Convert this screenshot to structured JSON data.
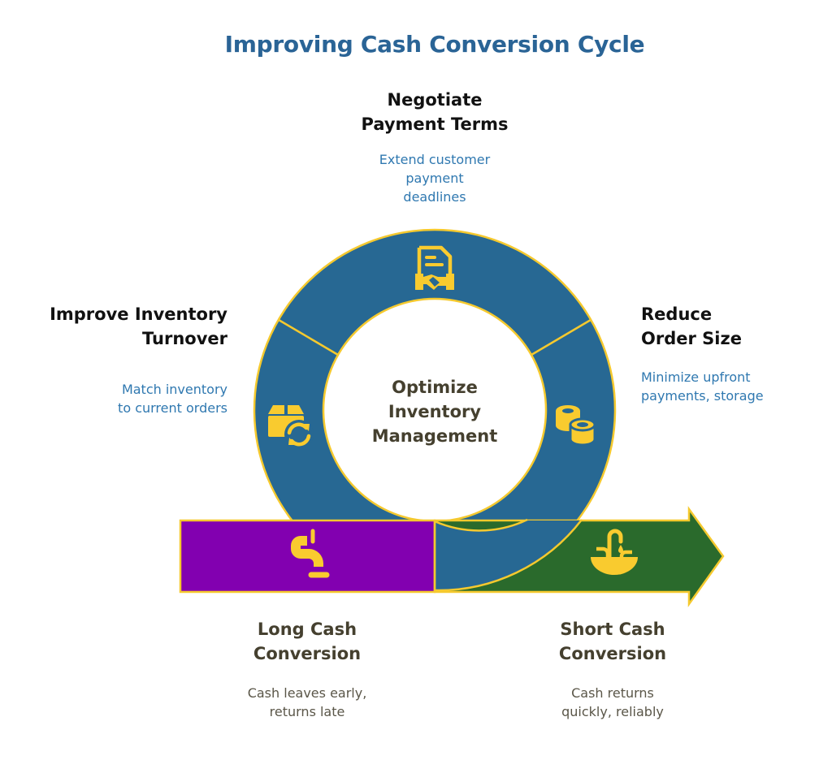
{
  "title": "Improving Cash Conversion Cycle",
  "colors": {
    "title": "#2a6496",
    "ring": "#276893",
    "outline": "#f5c92e",
    "icon": "#f9cb2f",
    "long_bar": "#8200b0",
    "short_arrow": "#2a6a2c",
    "heading": "#111111",
    "heading_dark": "#45402f",
    "desc_blue": "#2f78b0",
    "desc_gray": "#5a5648"
  },
  "center": {
    "lines": [
      "Optimize",
      "Inventory",
      "Management"
    ]
  },
  "segments": [
    {
      "id": "negotiate",
      "icon": "contract-handshake-icon",
      "heading_lines": [
        "Negotiate",
        "Payment Terms"
      ],
      "desc_lines": [
        "Extend customer",
        "payment",
        "deadlines"
      ]
    },
    {
      "id": "inventory",
      "icon": "box-refresh-icon",
      "heading_lines": [
        "Improve Inventory",
        "Turnover"
      ],
      "desc_lines": [
        "Match inventory",
        "to current orders"
      ]
    },
    {
      "id": "order-size",
      "icon": "coin-stacks-icon",
      "heading_lines": [
        "Reduce",
        "Order Size"
      ],
      "desc_lines": [
        "Minimize upfront",
        "payments, storage"
      ]
    }
  ],
  "outcomes": [
    {
      "id": "long",
      "icon": "dripping-pipe-icon",
      "heading_lines": [
        "Long Cash",
        "Conversion"
      ],
      "desc_lines": [
        "Cash leaves early,",
        "returns late"
      ]
    },
    {
      "id": "short",
      "icon": "sink-faucet-icon",
      "heading_lines": [
        "Short Cash",
        "Conversion"
      ],
      "desc_lines": [
        "Cash returns",
        "quickly, reliably"
      ]
    }
  ]
}
